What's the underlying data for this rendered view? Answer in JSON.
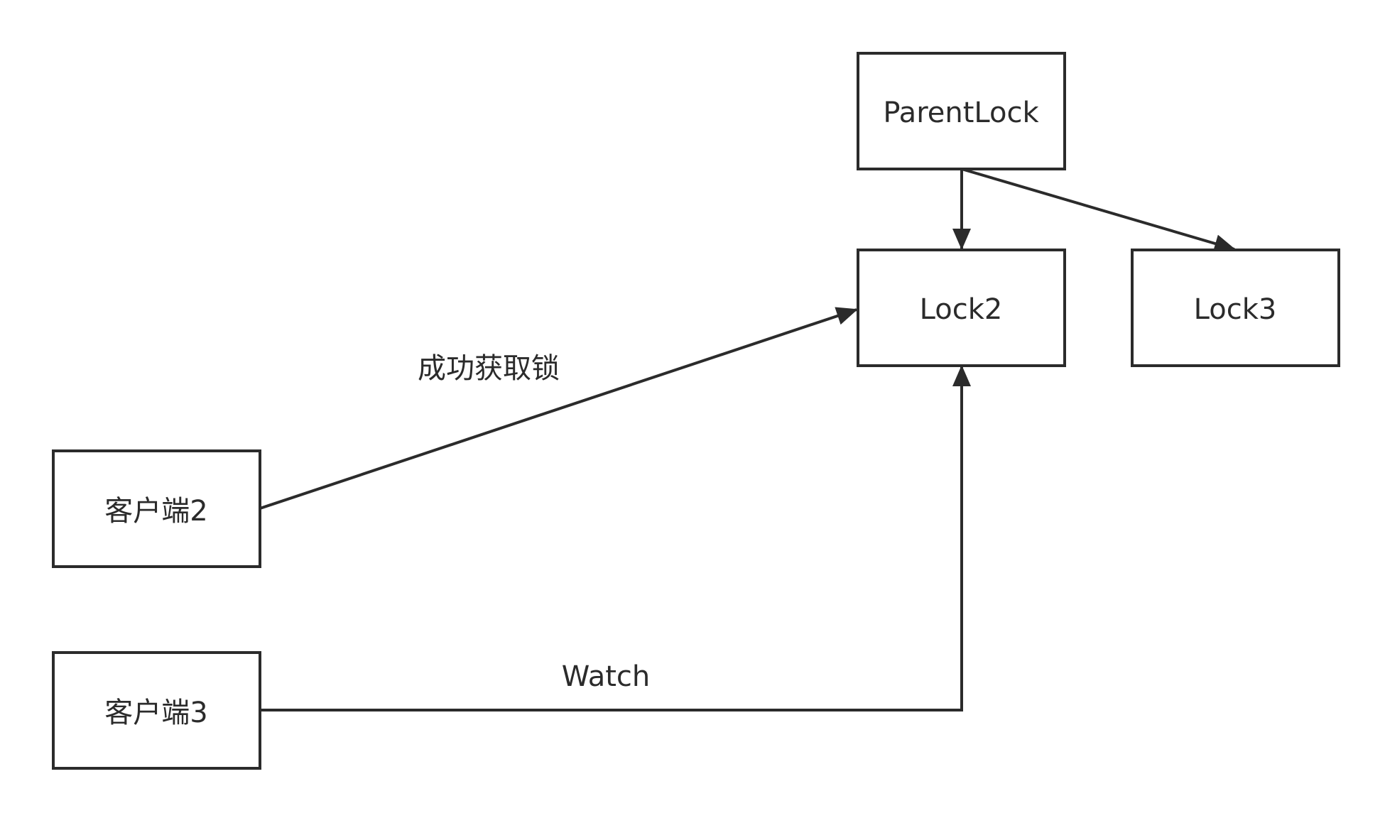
{
  "colors": {
    "stroke": "#2b2b2b",
    "background": "#ffffff",
    "text": "#2b2b2b"
  },
  "nodes": {
    "parent_lock": "ParentLock",
    "lock2": "Lock2",
    "lock3": "Lock3",
    "client2": "客户端2",
    "client3": "客户端3"
  },
  "edges": [
    {
      "from": "parent_lock",
      "to": "lock2",
      "label": ""
    },
    {
      "from": "parent_lock",
      "to": "lock3",
      "label": ""
    },
    {
      "from": "client2",
      "to": "lock2",
      "label": "成功获取锁"
    },
    {
      "from": "client3",
      "to": "lock2",
      "label": "Watch"
    }
  ],
  "edge_labels": {
    "acquired": "成功获取锁",
    "watch": "Watch"
  }
}
